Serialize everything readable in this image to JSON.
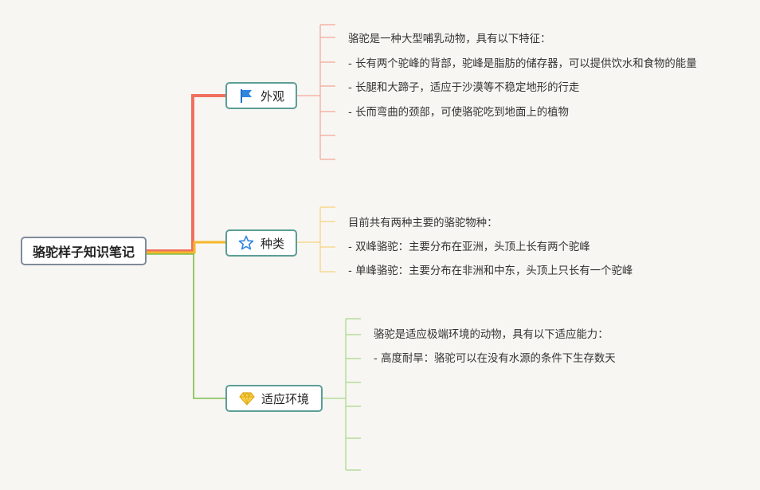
{
  "root": {
    "label": "骆驼样子知识笔记"
  },
  "branches": [
    {
      "label": "外观",
      "icon": "flag-icon",
      "color": "#f07060",
      "items": [
        "骆驼是一种大型哺乳动物，具有以下特征：",
        "- 长有两个驼峰的背部，驼峰是脂肪的储存器，可以提供饮水和食物的能量",
        "- 长腿和大蹄子，适应于沙漠等不稳定地形的行走",
        "- 长而弯曲的颈部，可使骆驼吃到地面上的植物"
      ]
    },
    {
      "label": "种类",
      "icon": "star-icon",
      "color": "#f5b728",
      "items": [
        "目前共有两种主要的骆驼物种：",
        "- 双峰骆驼：主要分布在亚洲，头顶上长有两个驼峰",
        "- 单峰骆驼：主要分布在非洲和中东，头顶上只长有一个驼峰"
      ]
    },
    {
      "label": "适应环境",
      "icon": "diamond-icon",
      "color": "#7dbd4e",
      "items": [
        "骆驼是适应极端环境的动物，具有以下适应能力：",
        "- 高度耐旱：骆驼可以在没有水源的条件下生存数天"
      ]
    }
  ]
}
